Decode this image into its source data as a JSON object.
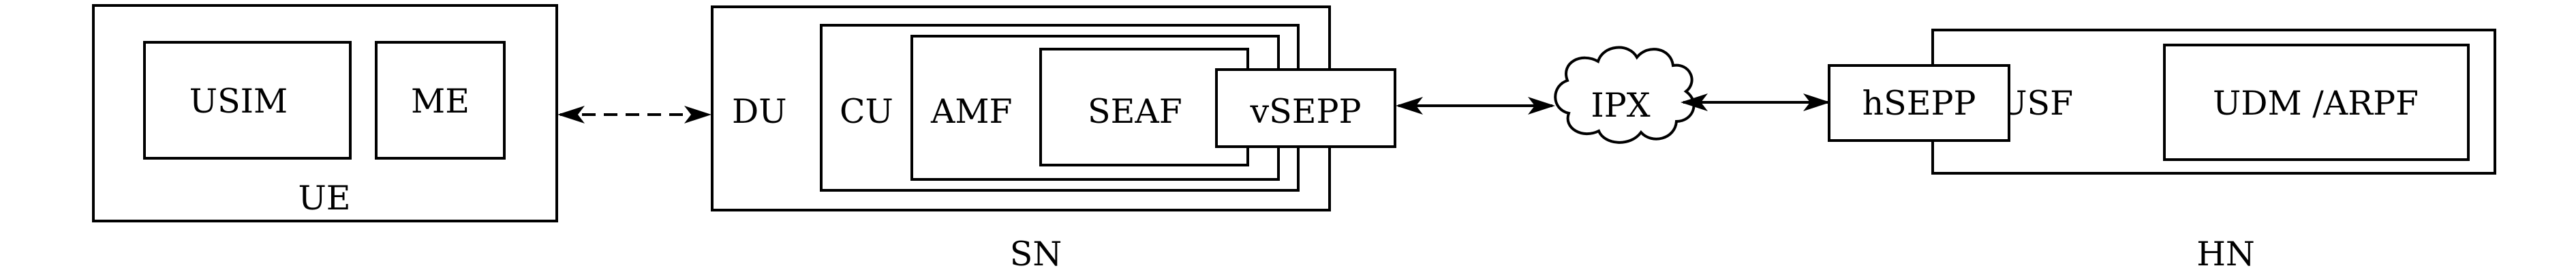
{
  "labels": {
    "ue": "UE",
    "usim": "USIM",
    "me": "ME",
    "sn": "SN",
    "du": "DU",
    "cu": "CU",
    "amf": "AMF",
    "seaf": "SEAF",
    "vsepp": "vSEPP",
    "ipx": "IPX",
    "hn": "HN",
    "hsepp": "hSEPP",
    "ausf": "AUSF",
    "udm_arpf": "UDM /ARPF"
  },
  "colors": {
    "stroke": "#000000",
    "background": "#ffffff"
  }
}
